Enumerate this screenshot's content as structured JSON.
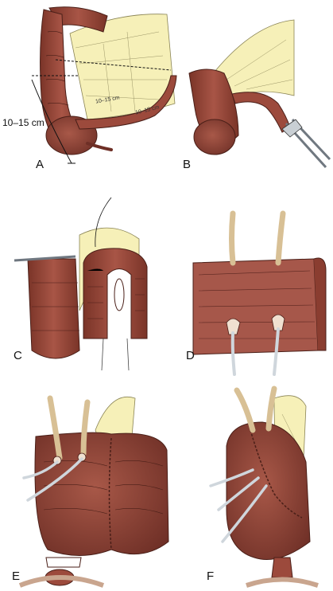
{
  "panels": [
    {
      "label": "A"
    },
    {
      "label": "B"
    },
    {
      "label": "C"
    },
    {
      "label": "D"
    },
    {
      "label": "E"
    },
    {
      "label": "F"
    }
  ],
  "annotations": {
    "distance_main": "10–15 cm",
    "distance_mesentery_1": "10–15 cm",
    "distance_mesentery_2": "10–15 cm"
  },
  "colors": {
    "bowel": "#9c4a3c",
    "bowel_shadow": "#6e2f26",
    "mesentery": "#f6f0b8",
    "catheter": "#d8c095",
    "tube": "#cfd6dc"
  }
}
